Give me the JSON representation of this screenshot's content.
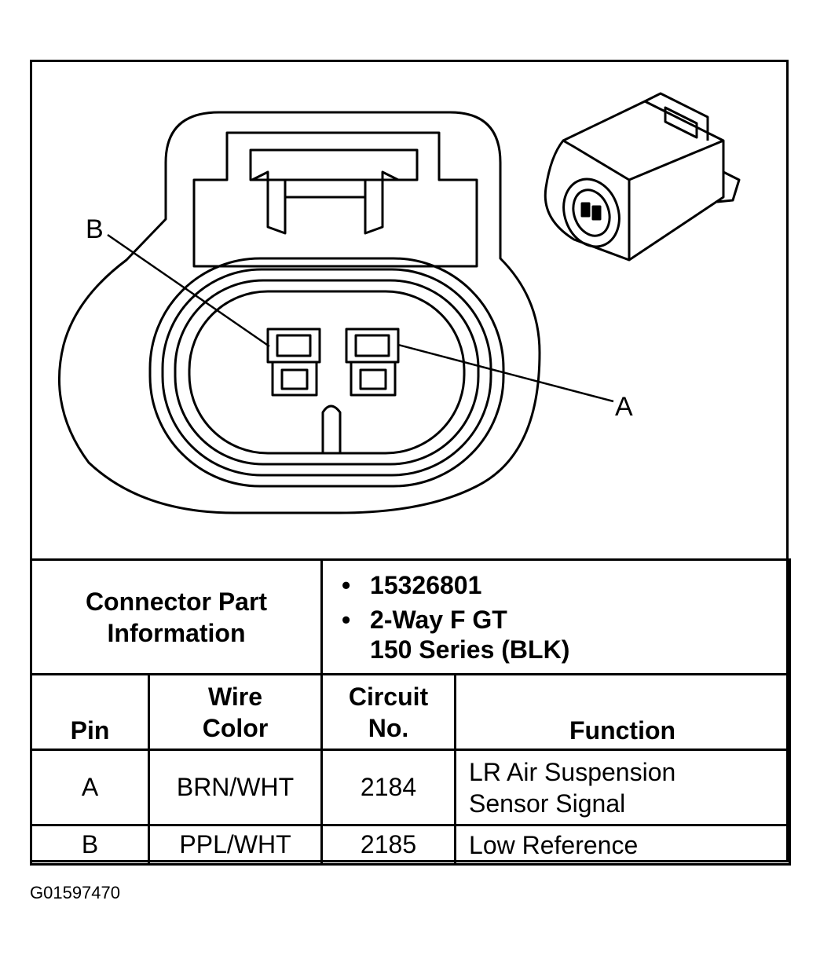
{
  "pin_labels": {
    "b": "B",
    "a": "A"
  },
  "connector_info": {
    "label": "Connector Part Information",
    "part_number": "15326801",
    "description_line1": "2-Way F GT",
    "description_line2": "150 Series (BLK)"
  },
  "table": {
    "headers": {
      "pin": "Pin",
      "wire_color": "Wire Color",
      "circuit_no": "Circuit No.",
      "function": "Function"
    },
    "rows": [
      {
        "pin": "A",
        "wire_color": "BRN/WHT",
        "circuit_no": "2184",
        "function": "LR Air Suspension Sensor Signal"
      },
      {
        "pin": "B",
        "wire_color": "PPL/WHT",
        "circuit_no": "2185",
        "function": "Low Reference"
      }
    ]
  },
  "figure_id": "G01597470"
}
